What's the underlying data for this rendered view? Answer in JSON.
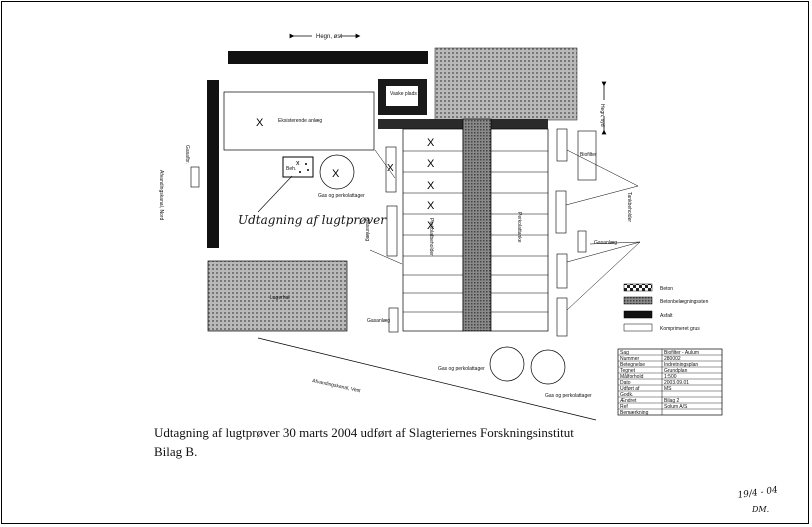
{
  "labels": {
    "hegn_ost": "Hegn, øst",
    "hegn_syd": "Hegn, syd",
    "afvandingskanal_nord": "Afvandingskanal, Nord",
    "afvandingskanal_vest": "Afvandingskanal, Vest",
    "eksisterende_anlaeg": "Eksisterende anlæg",
    "vaske_plads": "Vaske plads",
    "gasafbr": "Gasafbr.",
    "beholder_label": "Beh.",
    "gas_perkolat_1": "Gas og perkolattager",
    "gas_perkolat_2": "Gas og perkolattager",
    "gas_perkolat_3": "Gas og perkolattager",
    "handwritten": "Udtagning af lugtprøver",
    "lagerhal": "Lagerhal",
    "gasanlaeg": "Gasanlæg",
    "gasanlaeg2": "Gasanlæg",
    "perkolatbeholder": "Perkolatbeholder",
    "perkolattanke": "Perkolattanke",
    "tankbeholder": "Tankbeholder",
    "biofilter": "Biofilter"
  },
  "legend": [
    {
      "label": "Beton",
      "pattern": "checker"
    },
    {
      "label": "Betonbelægningssten",
      "pattern": "dots"
    },
    {
      "label": "Asfalt",
      "pattern": "black"
    },
    {
      "label": "Komprimeret grus",
      "pattern": "white"
    }
  ],
  "title_block": [
    [
      "Sag",
      "Biofilter - Aulum"
    ],
    [
      "Nummer",
      "280002"
    ],
    [
      "Betegnelse",
      "Indretningsplan"
    ],
    [
      "Tegnet",
      "Grundplan"
    ],
    [
      "Målforhold",
      "1:500"
    ],
    [
      "Dato",
      "2003.09.01"
    ],
    [
      "Udført af",
      "MS"
    ],
    [
      "Godk.",
      ""
    ],
    [
      "Ændret",
      "Bilag 2"
    ],
    [
      "Ref",
      "Solum A/S"
    ],
    [
      "Bemærkning",
      ""
    ]
  ],
  "caption_line1": "Udtagning af lugtprøver 30 marts 2004 udført af Slagteriernes Forskningsinstitut",
  "caption_line2": "Bilag  B.",
  "signature": "19/4 - 04",
  "signature2": "DM."
}
